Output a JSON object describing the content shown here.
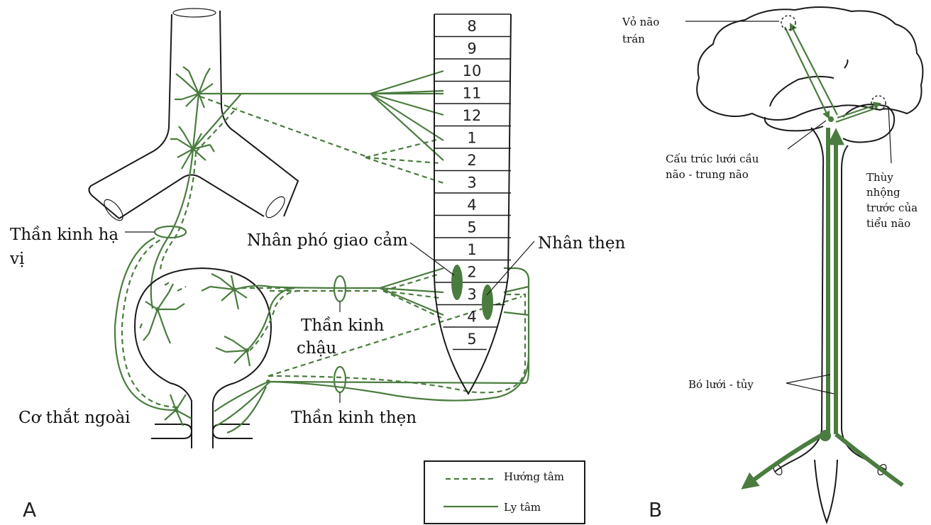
{
  "panel_a": {
    "label": "A",
    "spinal_segments": {
      "thoracic": [
        "8",
        "9",
        "10",
        "11",
        "12"
      ],
      "lumbar": [
        "1",
        "2",
        "3",
        "4",
        "5"
      ],
      "sacral": [
        "1",
        "2",
        "3",
        "4",
        "5"
      ]
    },
    "labels": {
      "hypogastric_nerve_line1": "Thần kinh hạ",
      "hypogastric_nerve_line2": "vị",
      "parasympathetic_nucleus": "Nhân phó giao cảm",
      "pudendal_nucleus": "Nhân thẹn",
      "pelvic_nerve_line1": "Thần kinh",
      "pelvic_nerve_line2": "chậu",
      "external_sphincter": "Cơ thắt ngoài",
      "pudendal_nerve": "Thần kinh thẹn"
    },
    "legend": {
      "afferent": "Hướng tâm",
      "efferent": "Ly tâm"
    }
  },
  "panel_b": {
    "label": "B",
    "labels": {
      "frontal_cortex_line1": "Vỏ não",
      "frontal_cortex_line2": "trán",
      "pontine_reticular_line1": "Cấu trúc lưới cầu",
      "pontine_reticular_line2": "não - trung não",
      "anterior_vermis_line1": "Thùy",
      "anterior_vermis_line2": "nhộng",
      "anterior_vermis_line3": "trước của",
      "anterior_vermis_line4": "tiểu não",
      "reticulospinal_tract": "Bó lưới - tủy"
    }
  },
  "colors": {
    "nerve_green": "#4a7c3f",
    "outline": "#1a1a1a"
  }
}
